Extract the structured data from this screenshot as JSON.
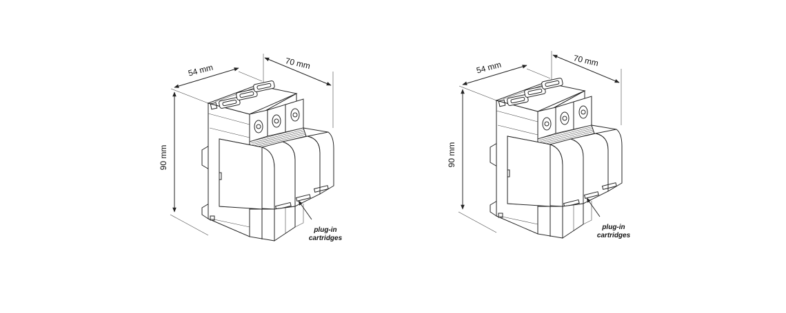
{
  "figures": [
    {
      "dim_width": "54 mm",
      "dim_depth": "70 mm",
      "dim_height": "90 mm",
      "callout_line1": "plug-in",
      "callout_line2": "cartridges"
    },
    {
      "dim_width": "54 mm",
      "dim_depth": "70 mm",
      "dim_height": "90 mm",
      "callout_line1": "plug-in",
      "callout_line2": "cartridges"
    }
  ]
}
